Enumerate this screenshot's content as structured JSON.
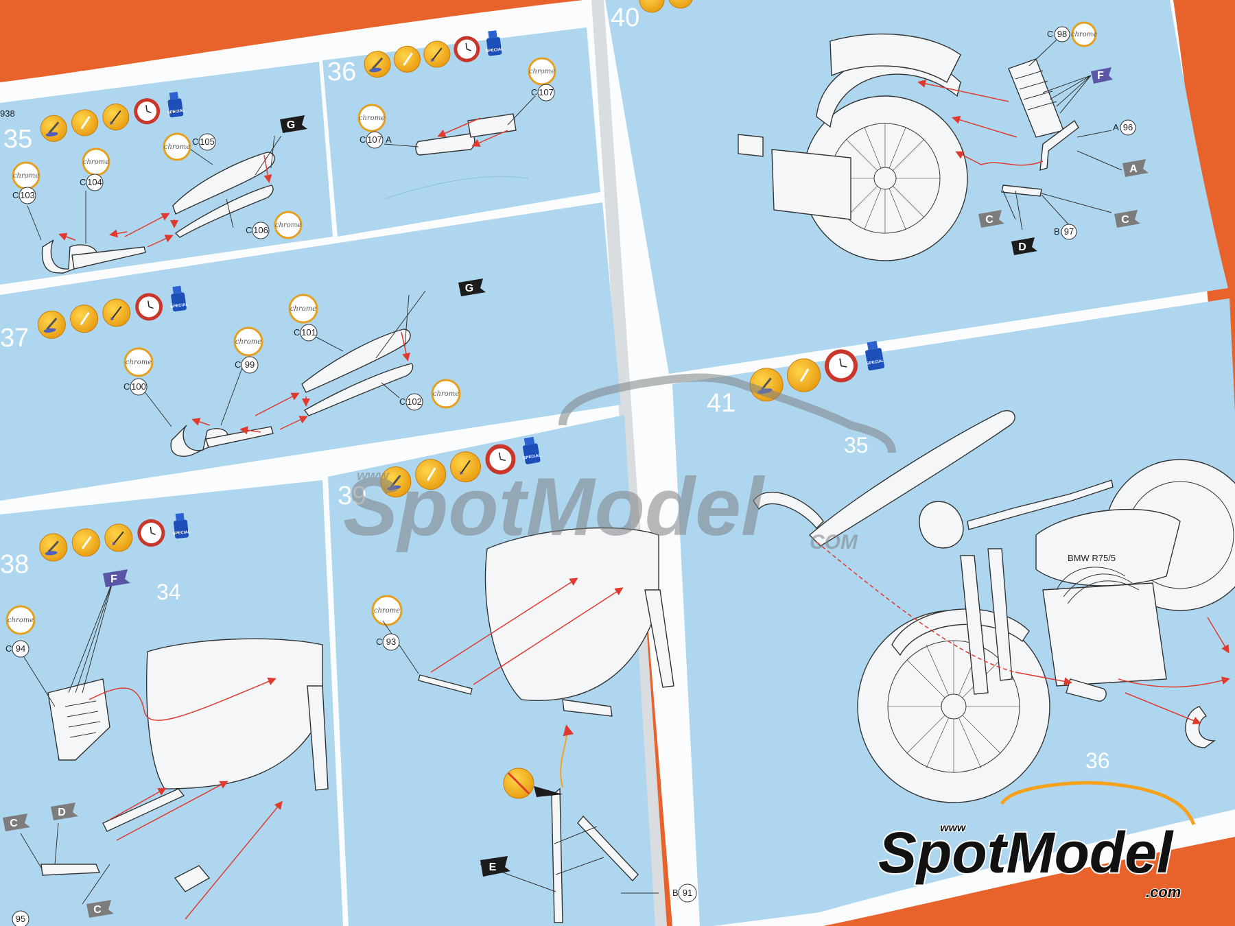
{
  "page": {
    "header_text": "938",
    "colors": {
      "background": "#e8622b",
      "page": "#fbfcfd",
      "panel": "#aed7ef",
      "arrow": "#e03a2e",
      "icon_yellow": "#f6b51c",
      "watermark_grey": "#8a8d90",
      "flag_dark": "#1c1c1c",
      "flag_purple": "#5b55a6",
      "flag_grey": "#7c7c7c"
    }
  },
  "steps": [
    {
      "number": "35",
      "icons": [
        "glue-icon",
        "glue-icon",
        "brush-icon",
        "clock-icon",
        "special-bottle-icon"
      ],
      "parts": [
        {
          "prefix": "C",
          "number": "103"
        },
        {
          "prefix": "C",
          "number": "104"
        },
        {
          "prefix": "C",
          "number": "105"
        },
        {
          "prefix": "C",
          "number": "106"
        }
      ],
      "flags": [
        "G"
      ]
    },
    {
      "number": "36",
      "icons": [
        "glue-icon",
        "glue-icon",
        "brush-icon",
        "clock-icon",
        "special-bottle-icon"
      ],
      "parts": [
        {
          "prefix": "C",
          "number": "107",
          "suffix": "A"
        },
        {
          "prefix": "C",
          "number": "107"
        }
      ],
      "flags": []
    },
    {
      "number": "37",
      "icons": [
        "glue-icon",
        "glue-icon",
        "brush-icon",
        "clock-icon",
        "special-bottle-icon"
      ],
      "parts": [
        {
          "prefix": "C",
          "number": "100"
        },
        {
          "prefix": "C",
          "number": "99"
        },
        {
          "prefix": "C",
          "number": "101"
        },
        {
          "prefix": "C",
          "number": "102"
        }
      ],
      "flags": [
        "G"
      ]
    },
    {
      "number": "38",
      "icons": [
        "glue-icon",
        "glue-icon",
        "brush-icon",
        "clock-icon",
        "special-bottle-icon"
      ],
      "parts": [
        {
          "prefix": "C",
          "number": "94"
        },
        {
          "prefix": "",
          "number": "95"
        }
      ],
      "flags": [
        "F",
        "C",
        "D",
        "C"
      ],
      "reference": "34"
    },
    {
      "number": "39",
      "icons": [
        "glue-icon",
        "glue-icon",
        "brush-icon",
        "clock-icon",
        "special-bottle-icon"
      ],
      "parts": [
        {
          "prefix": "C",
          "number": "93"
        },
        {
          "prefix": "B",
          "number": "91"
        }
      ],
      "flags": [
        "E"
      ]
    },
    {
      "number": "40",
      "icons": [
        "glue-icon",
        "glue-icon"
      ],
      "parts": [
        {
          "prefix": "C",
          "number": "98"
        },
        {
          "prefix": "A",
          "number": "96"
        },
        {
          "prefix": "B",
          "number": "97"
        }
      ],
      "flags": [
        "F",
        "A",
        "C",
        "C",
        "D"
      ]
    },
    {
      "number": "41",
      "icons": [
        "glue-icon",
        "glue-icon",
        "clock-icon",
        "special-bottle-icon"
      ],
      "parts": [],
      "flags": [],
      "reference_top": "35",
      "reference_bottom": "36",
      "engraving": "BMW R75/5"
    }
  ],
  "labels": {
    "chrome": "chrome",
    "special": "SPECIAL"
  },
  "watermark": {
    "www": "www",
    "brand": "SpotModel",
    "domain": ".com",
    "domain_small": "COM"
  }
}
